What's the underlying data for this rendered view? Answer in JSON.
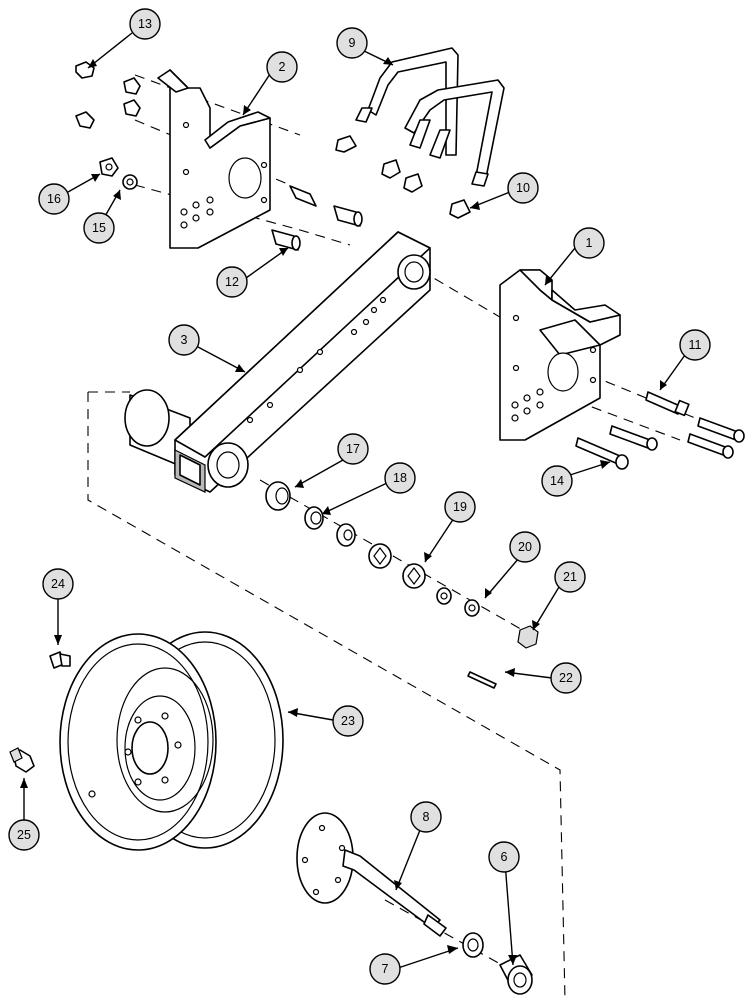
{
  "callouts": [
    {
      "id": "callout-1",
      "label": "1"
    },
    {
      "id": "callout-2",
      "label": "2"
    },
    {
      "id": "callout-3",
      "label": "3"
    },
    {
      "id": "callout-6",
      "label": "6"
    },
    {
      "id": "callout-7",
      "label": "7"
    },
    {
      "id": "callout-8",
      "label": "8"
    },
    {
      "id": "callout-9",
      "label": "9"
    },
    {
      "id": "callout-10",
      "label": "10"
    },
    {
      "id": "callout-11",
      "label": "11"
    },
    {
      "id": "callout-12",
      "label": "12"
    },
    {
      "id": "callout-13",
      "label": "13"
    },
    {
      "id": "callout-14",
      "label": "14"
    },
    {
      "id": "callout-15",
      "label": "15"
    },
    {
      "id": "callout-16",
      "label": "16"
    },
    {
      "id": "callout-17",
      "label": "17"
    },
    {
      "id": "callout-18",
      "label": "18"
    },
    {
      "id": "callout-19",
      "label": "19"
    },
    {
      "id": "callout-20",
      "label": "20"
    },
    {
      "id": "callout-21",
      "label": "21"
    },
    {
      "id": "callout-22",
      "label": "22"
    },
    {
      "id": "callout-23",
      "label": "23"
    },
    {
      "id": "callout-24",
      "label": "24"
    },
    {
      "id": "callout-25",
      "label": "25"
    }
  ]
}
